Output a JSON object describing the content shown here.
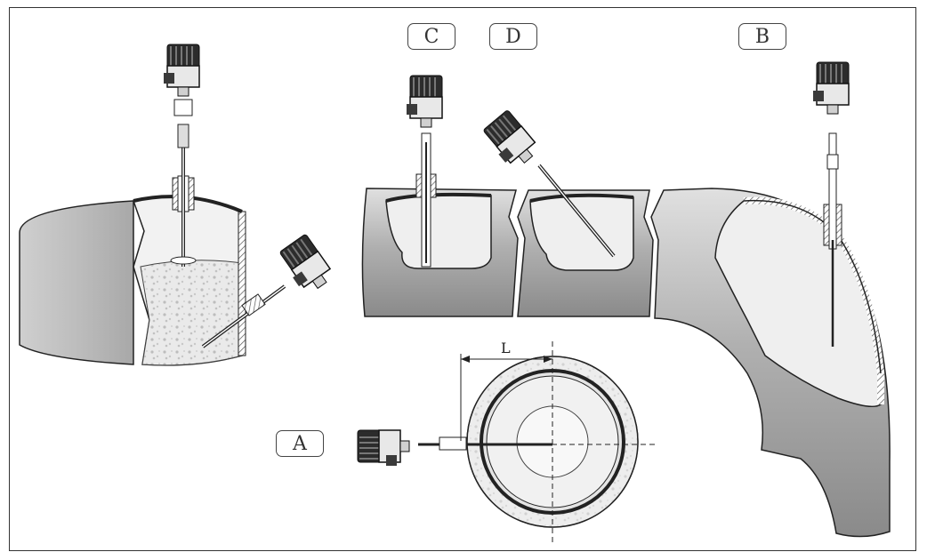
{
  "labels": {
    "A": "A",
    "B": "B",
    "C": "C",
    "D": "D",
    "L": "L"
  },
  "colors": {
    "outline": "#222222",
    "pipe_fill": "#b8b8b8",
    "pipe_light": "#d9d9d9",
    "tank_fill": "#c9c9c9",
    "medium": "#e8e8e8",
    "housing": "#3a3a3a"
  }
}
